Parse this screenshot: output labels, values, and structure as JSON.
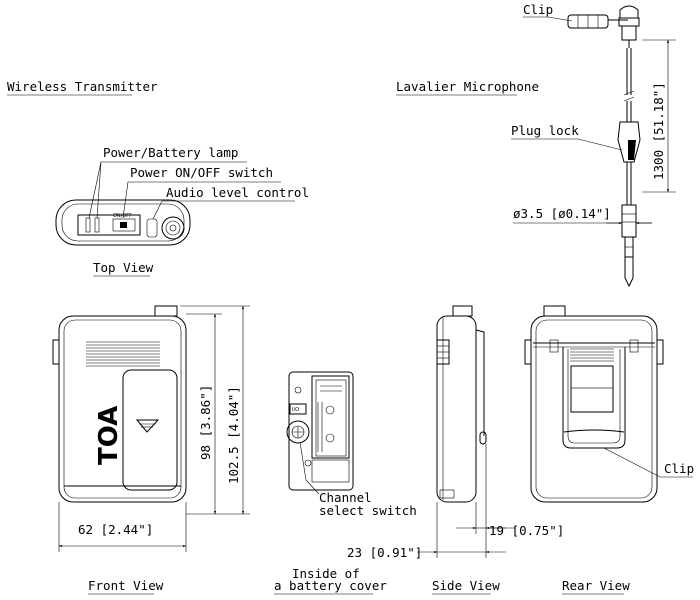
{
  "sections": {
    "wireless_transmitter": "Wireless Transmitter",
    "lavalier_microphone": "Lavalier Microphone"
  },
  "callouts": {
    "power_battery_lamp": "Power/Battery lamp",
    "power_switch": "Power ON/OFF switch",
    "audio_level": "Audio level control",
    "clip_top": "Clip",
    "plug_lock": "Plug lock",
    "plug_diameter": "ø3.5 [ø0.14\"]",
    "cable_length": "1300 [51.18\"]",
    "channel_select_line1": "Channel",
    "channel_select_line2": "select switch",
    "clip_rear": "Clip"
  },
  "views": {
    "top": "Top View",
    "front": "Front View",
    "battery_line1": "Inside of",
    "battery_line2": "a battery cover",
    "side": "Side View",
    "rear": "Rear View"
  },
  "dimensions": {
    "height_body": "98 [3.86\"]",
    "height_total": "102.5 [4.04\"]",
    "width_front": "62 [2.44\"]",
    "depth_total": "23 [0.91\"]",
    "depth_body": "19 [0.75\"]"
  },
  "device_markings": {
    "brand": "TOA",
    "switch_label": "ON/OFF",
    "io_label": "I/O"
  }
}
